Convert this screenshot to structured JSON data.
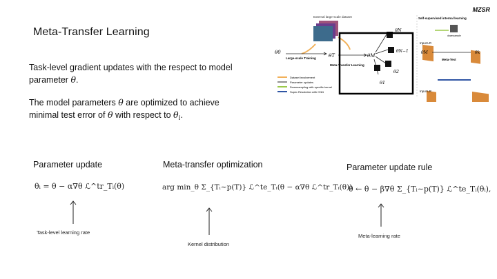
{
  "brand_tag": "MZSR",
  "title": "Meta-Transfer Learning",
  "paragraph1": {
    "text": "Task-level gradient updates with the respect to model parameter",
    "symbol": "θ",
    "end": "."
  },
  "paragraph2": {
    "text_a": "The model parameters",
    "symbol_a": "θ",
    "text_b": "are optimized to achieve minimal test error of",
    "symbol_b": "θ",
    "text_c": "with respect to",
    "symbol_c": "θ",
    "subscript_c": "i",
    "end": "."
  },
  "sections": [
    {
      "heading": "Parameter update",
      "equation": "θᵢ = θ − α∇θ ℒ^tr_Tᵢ(θ)",
      "annotation": "Task-level learning rate"
    },
    {
      "heading": "Meta-transfer optimization",
      "equation": "arg min_θ Σ_{Tᵢ∼p(T)} ℒ^te_Tᵢ(θ − α∇θ ℒ^tr_Tᵢ(θ))",
      "annotation": "Kernel distribution"
    },
    {
      "heading": "Parameter update rule",
      "equation": "θ ← θ − β∇θ Σ_{Tᵢ∼p(T)} ℒ^te_Tᵢ(θᵢ),",
      "annotation": "Meta-learning rate"
    }
  ],
  "figure": {
    "dataset_label": "External large-scale dataset",
    "large_scale_training": "Large-scale Training",
    "meta_transfer_learning": "Meta-Transfer Learning",
    "self_supervised_title": "Self-supervised internal learning",
    "input_lr": "Input LR",
    "downsample": "downsample",
    "meta_test": "Meta-Test",
    "symbols": {
      "theta0": "θ0",
      "thetaT": "θT",
      "thetaM": "θM",
      "thetaN": "θN",
      "thetaN1": "θN−1",
      "theta2": "θ2",
      "theta1": "θ1",
      "thetak": "θk"
    },
    "legend": [
      {
        "label": "Dataset involvement",
        "color": "#f2b15a"
      },
      {
        "label": "Parameter updates",
        "color": "#222222"
      },
      {
        "label": "Downsampling with specific kernel",
        "color": "#9bc94a"
      },
      {
        "label": "Super-Resolution with CNN",
        "color": "#2f55a4"
      }
    ]
  }
}
